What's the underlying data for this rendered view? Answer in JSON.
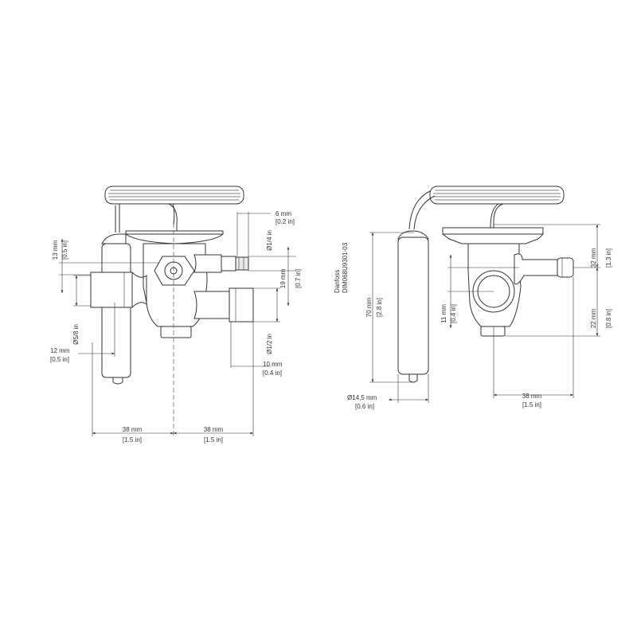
{
  "front_view": {
    "dims": {
      "d6_mm": "6 mm",
      "d6_in": "[0.2 in]",
      "d19_mm": "19 mm",
      "d19_in": "[0.7 in]",
      "d13_mm": "13 mm",
      "d13_in": "[0.5 in]",
      "phi_quarter": "Ø1/4 in",
      "phi_fiveeighths": "Ø5/8 in",
      "phi_half": "Ø1/2 in",
      "d12_mm": "12 mm",
      "d12_in": "[0.5 in]",
      "d10_mm": "10 mm",
      "d10_in": "[0.4 in]",
      "d38a_mm": "38 mm",
      "d38a_in": "[1.5 in]",
      "d38b_mm": "38 mm",
      "d38b_in": "[1.5 in]"
    }
  },
  "side_view": {
    "doc_brand": "Danfoss",
    "doc_code": "DIM068U9301-03",
    "dims": {
      "d70_mm": "70 mm",
      "d70_in": "[2.8 in]",
      "phi145_mm": "Ø14,5 mm",
      "phi145_in": "[0.6 in]",
      "d11_mm": "11 mm",
      "d11_in": "[0.4 in]",
      "d32_mm": "32 mm",
      "d32_in": "[1.3 in]",
      "d22_mm": "22 mm",
      "d22_in": "[0.8 in]",
      "d38_mm": "38 mm",
      "d38_in": "[1.5 in]"
    }
  }
}
